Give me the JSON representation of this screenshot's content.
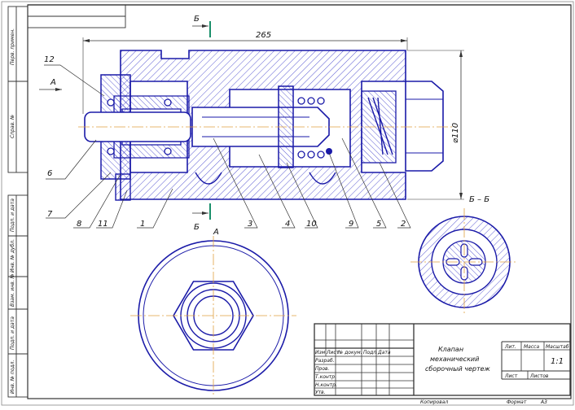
{
  "sheet": {
    "format_label": "Формат",
    "format_value": "А3",
    "copied_label": "Копировал"
  },
  "views": {
    "section_letter_top": "Б",
    "section_letter_bottom": "Б",
    "view_a_arrow": "А",
    "view_a_label": "А",
    "section_label": "Б – Б"
  },
  "dimensions": {
    "length": "265",
    "diameter": "⌀110"
  },
  "part_labels": [
    "12",
    "6",
    "7",
    "8",
    "11",
    "1",
    "3",
    "4",
    "10",
    "9",
    "5",
    "2"
  ],
  "left_strip": {
    "top": [
      "Перв. примен.",
      "Справ. №"
    ],
    "bottom": [
      "Подп. и дата",
      "Инв. № дубл.",
      "Взам. инв. №",
      "Подп. и дата",
      "Инв. № подл."
    ]
  },
  "title_block": {
    "title_line1": "Клапан",
    "title_line2": "механический",
    "title_line3": "сборочный чертеж",
    "col_izm": "Изм",
    "col_list": "Лист",
    "col_doc": "№ докум.",
    "col_sign": "Подп",
    "col_date": "Дата",
    "row_razrab": "Разраб.",
    "row_prov": "Пров.",
    "row_tkontr": "Т.контр.",
    "row_nkontr": "Н.контр.",
    "row_utv": "Утв.",
    "lit": "Лит.",
    "massa": "Масса",
    "masshtab": "Масштаб",
    "scale_value": "1:1",
    "list": "Лист",
    "listov": "Листов"
  },
  "colors": {
    "ink": "#1a1aa8",
    "frame": "#3a3a3a",
    "hatch": "#3232c8",
    "center": "#e0a040",
    "accent": "#1a8f6a"
  }
}
